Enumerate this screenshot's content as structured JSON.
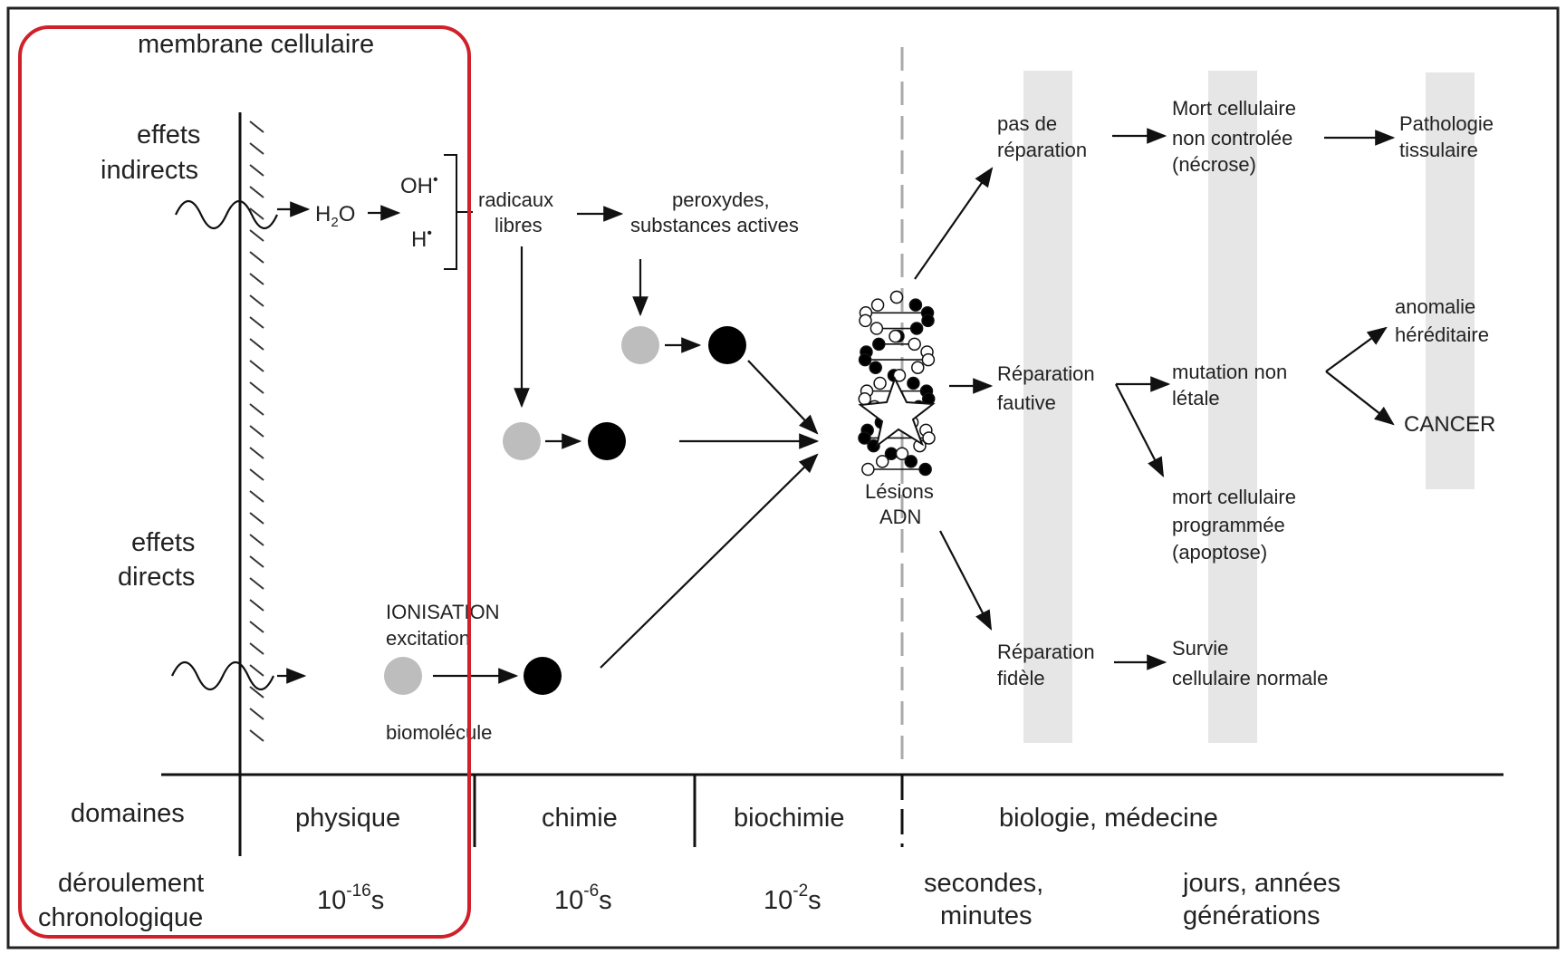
{
  "colors": {
    "frame": "#222222",
    "highlight": "#d0202a",
    "band": "#e6e6e6",
    "dot_grey": "#bdbdbd",
    "dot_black": "#000000"
  },
  "header": {
    "membrane": "membrane cellulaire"
  },
  "left": {
    "indirect": [
      "effets",
      "indirects"
    ],
    "direct": [
      "effets",
      "directs"
    ]
  },
  "chem": {
    "h2o": "H",
    "h2o_sub": "2",
    "h2o_tail": "O",
    "oh": "OH",
    "h": "H",
    "radical_dot": "•",
    "radicals": [
      "radicaux",
      "libres"
    ],
    "peroxides": [
      "peroxydes,",
      "substances actives"
    ],
    "ionisation": "IONISATION",
    "excitation": "excitation",
    "biomolecule": "biomolécule"
  },
  "dna": {
    "label": [
      "Lésions",
      "ADN"
    ],
    "icon": "dna-helix-icon"
  },
  "outcomes": {
    "no_repair": [
      "pas de",
      "réparation"
    ],
    "faulty_repair": [
      "Réparation",
      "fautive"
    ],
    "faithful_repair": [
      "Réparation",
      "fidèle"
    ],
    "necrosis": [
      "Mort cellulaire",
      "non controlée",
      "(nécrose)"
    ],
    "tissue": [
      "Pathologie",
      "tissulaire"
    ],
    "mutation": [
      "mutation non",
      "létale"
    ],
    "apoptosis": [
      "mort cellulaire",
      "programmée",
      "(apoptose)"
    ],
    "survival": [
      "Survie",
      "cellulaire normale"
    ],
    "hereditary": [
      "anomalie",
      "héréditaire"
    ],
    "cancer": "CANCER"
  },
  "axis": {
    "domains_label": "domaines",
    "chrono_label": [
      "déroulement",
      "chronologique"
    ],
    "domains": [
      "physique",
      "chimie",
      "biochimie",
      "biologie, médecine"
    ],
    "times": [
      {
        "base": "10",
        "exp": "-16",
        "unit": "s"
      },
      {
        "base": "10",
        "exp": "-6",
        "unit": "s"
      },
      {
        "base": "10",
        "exp": "-2",
        "unit": "s"
      }
    ],
    "seconds": [
      "secondes,",
      "minutes"
    ],
    "days": [
      "jours, années",
      "générations"
    ]
  }
}
